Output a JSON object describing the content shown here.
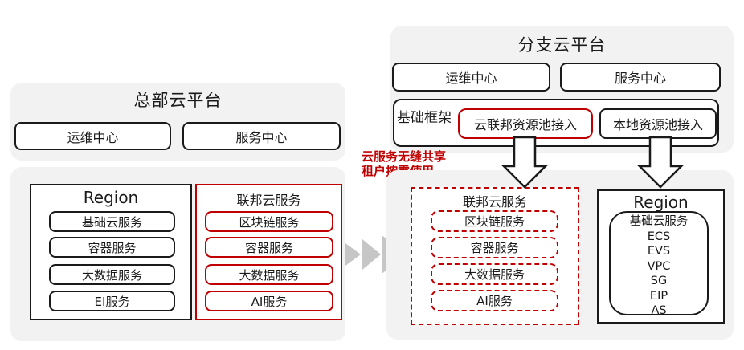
{
  "colors": {
    "accent_red": "#c00000",
    "panel_gray": "#f2f2f2",
    "line_black": "#1a1a1a",
    "chevron_gray": "#c6c6c6"
  },
  "hq_platform": {
    "title": "总部云平台",
    "ops_center": "运维中心",
    "service_center": "服务中心"
  },
  "hq_services": {
    "region": {
      "title": "Region",
      "items": [
        "基础云服务",
        "容器服务",
        "大数据服务",
        "EI服务"
      ]
    },
    "federation": {
      "title": "联邦云服务",
      "items": [
        "区块链服务",
        "容器服务",
        "大数据服务",
        "AI服务"
      ]
    }
  },
  "branch_platform": {
    "title": "分支云平台",
    "ops_center": "运维中心",
    "service_center": "服务中心",
    "framework": {
      "label": "基础框架",
      "cloud_federation_access": "云联邦资源池接入",
      "local_pool_access": "本地资源池接入"
    }
  },
  "branch_services": {
    "federation": {
      "title": "联邦云服务",
      "items": [
        "区块链服务",
        "容器服务",
        "大数据服务",
        "AI服务"
      ]
    },
    "region": {
      "title": "Region",
      "lines": [
        "基础云服务",
        "ECS",
        "EVS",
        "VPC",
        "SG",
        "EIP",
        "AS"
      ]
    }
  },
  "annotation": {
    "line1": "云服务无缝共享",
    "line2": "租户按需使用"
  }
}
